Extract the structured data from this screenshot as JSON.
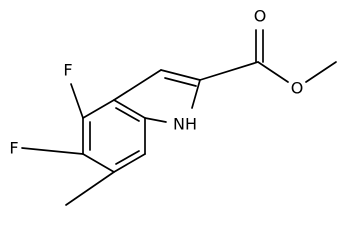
{
  "atoms": {
    "f_top": "F",
    "f_bottom": "F",
    "nh": "NH",
    "o_carbonyl": "O",
    "o_ester": "O"
  },
  "colors": {
    "bond": "#000000",
    "label": "#000000",
    "background": "#ffffff"
  }
}
